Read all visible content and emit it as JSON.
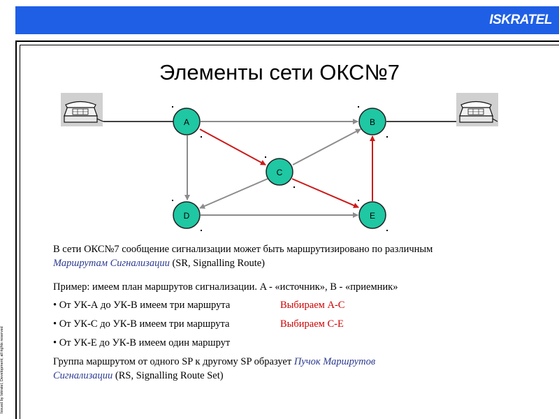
{
  "header": {
    "logo_text": "ISKRATEL"
  },
  "side_note": "Issued by Iskratel, Development; all rights reserved",
  "slide": {
    "title": "Элементы сети ОКС№7"
  },
  "diagram": {
    "nodes": {
      "a": "A",
      "b": "B",
      "c": "C",
      "d": "D",
      "e": "E"
    },
    "telephone_icon_left": "telephone-icon",
    "telephone_icon_right": "telephone-icon",
    "colors": {
      "node_fill": "#1fc7a3",
      "route_line": "#8c8c8c",
      "highlight_route": "#cc1a1a"
    }
  },
  "text": {
    "p1_part1": "В сети ОКС№7 сообщение сигнализации может быть маршрутизировано по различным",
    "p1_term": "Маршрутам Сигнализации",
    "p1_part2": " (SR, Signalling Route)",
    "p2": "Пример: имеем план маршрутов сигнализации. A - «источник», B - «приемник»",
    "bullet1": "• От УК-А до УК-В имеем три маршрута",
    "bullet1_choice": "Выбираем А-С",
    "bullet2": "• От УК-С до УК-В имеем три маршрута",
    "bullet2_choice": "Выбираем С-Е",
    "bullet3": "• От УК-Е до УК-В имеем один маршрут",
    "p3_part1": "Группа маршрутом от одного SP к другому SP образует ",
    "p3_term1": "Пучок Маршрутов",
    "p3_term2": "Сигнализации",
    "p3_part2": " (RS, Signalling Route Set)"
  }
}
